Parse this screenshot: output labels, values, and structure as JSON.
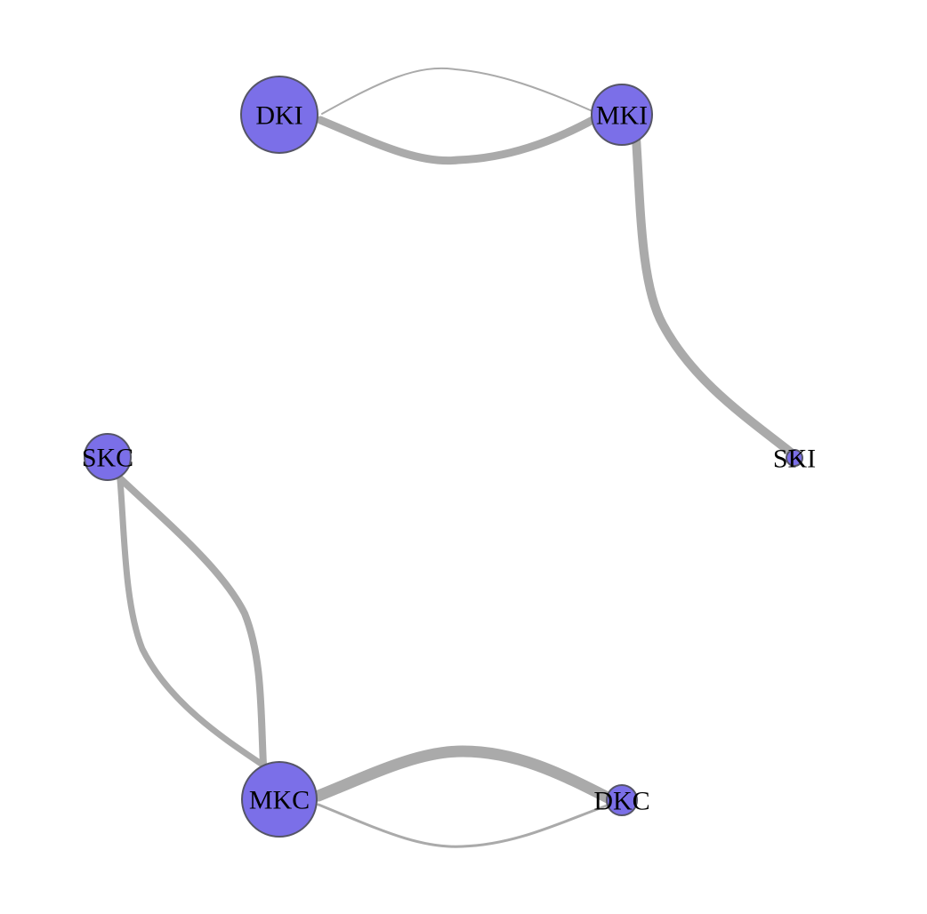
{
  "colors": {
    "node_fill": "#7b6fe8",
    "node_stroke": "#555566",
    "edge": "#aaaaaa",
    "label": "#000000",
    "background": "#ffffff"
  },
  "nodes": [
    {
      "id": "DKI",
      "label": "DKI"
    },
    {
      "id": "MKI",
      "label": "MKI"
    },
    {
      "id": "SKI",
      "label": "SKI"
    },
    {
      "id": "SKC",
      "label": "SKC"
    },
    {
      "id": "MKC",
      "label": "MKC"
    },
    {
      "id": "DKC",
      "label": "DKC"
    }
  ],
  "edges": [
    {
      "from": "DKI",
      "to": "MKI",
      "weight": "light"
    },
    {
      "from": "DKI",
      "to": "MKI",
      "weight": "heavy"
    },
    {
      "from": "MKI",
      "to": "SKI",
      "weight": "heavy"
    },
    {
      "from": "SKC",
      "to": "MKC",
      "weight": "heavy"
    },
    {
      "from": "SKC",
      "to": "MKC",
      "weight": "heavy"
    },
    {
      "from": "MKC",
      "to": "DKC",
      "weight": "heavy"
    },
    {
      "from": "MKC",
      "to": "DKC",
      "weight": "light"
    }
  ]
}
